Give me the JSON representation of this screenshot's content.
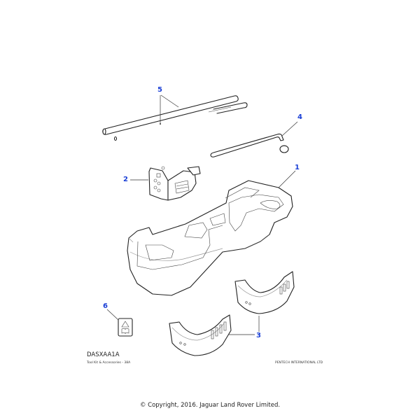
{
  "diagram": {
    "code": "DASXAA1A",
    "subtitle": "Tool Kit & Accessories - 38A",
    "publisher": "PENTECH INTERNATIONAL LTD",
    "copyright": "© Copyright, 2016. Jaguar Land Rover Limited.",
    "callout_color": "#1a3fd6",
    "callouts": [
      {
        "number": "1",
        "part": "tool-tray-console"
      },
      {
        "number": "2",
        "part": "jack"
      },
      {
        "number": "3",
        "part": "brackets"
      },
      {
        "number": "4",
        "part": "bent-rod-with-cap"
      },
      {
        "number": "5",
        "part": "rods-tubes"
      },
      {
        "number": "6",
        "part": "warning-label"
      }
    ]
  }
}
